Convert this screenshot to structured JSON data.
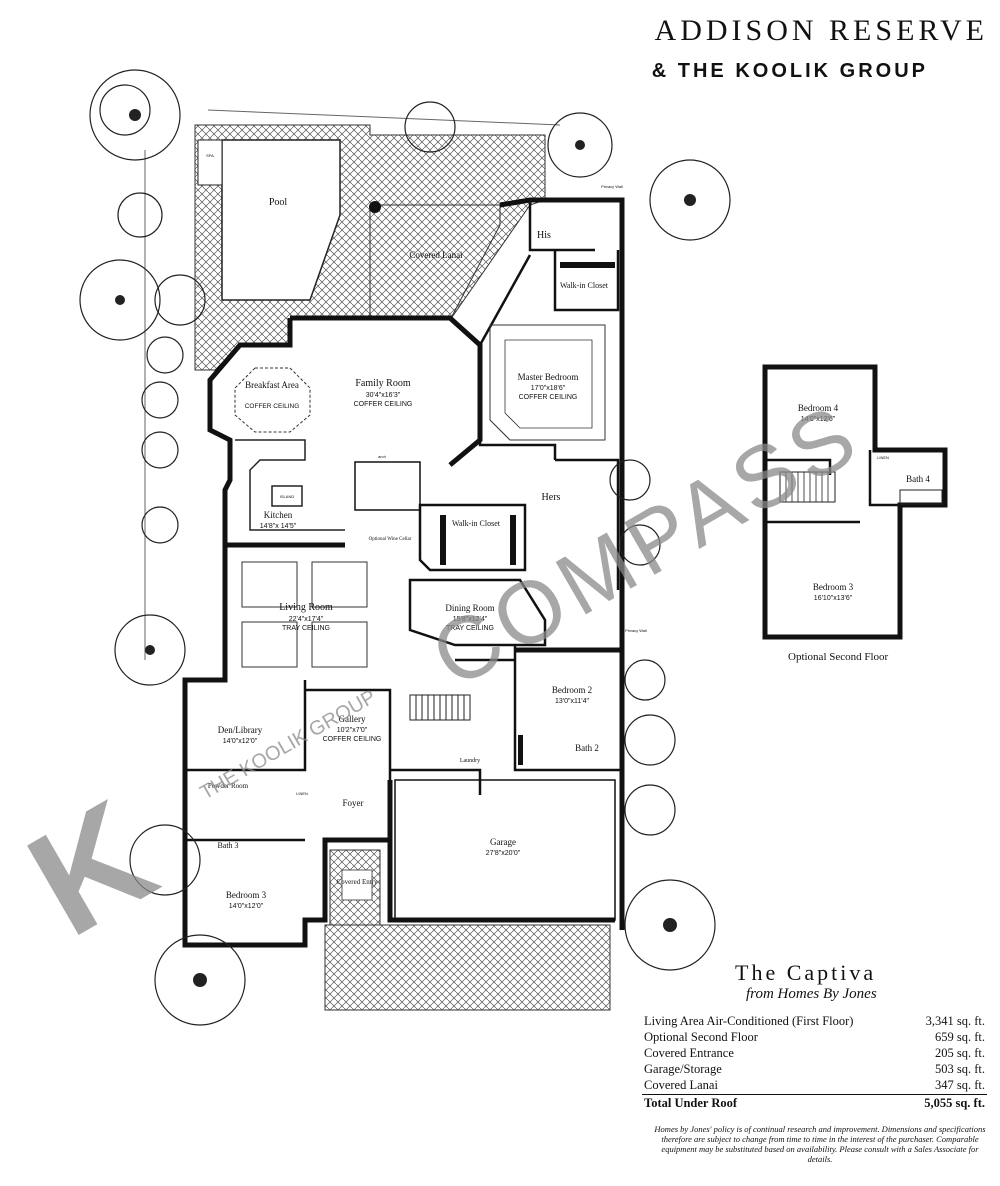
{
  "branding": {
    "community": "ADDISON RESERVE",
    "group": "& THE KOOLIK GROUP",
    "watermark_compass": "COMPASS",
    "watermark_koolik": "THE KOOLIK GROUP",
    "watermark_k": "K"
  },
  "plan": {
    "model_name": "The Captiva",
    "builder": "from Homes By Jones"
  },
  "rooms": {
    "pool": "Pool",
    "spa": "SPA",
    "lanai": "Covered Lanai",
    "family": "Family Room",
    "family_dim": "30'4\"x16'3\"",
    "family_ceiling": "COFFER CEILING",
    "breakfast": "Breakfast Area",
    "breakfast_ceiling": "COFFER CEILING",
    "kitchen": "Kitchen",
    "kitchen_dim": "14'8\"x 14'5\"",
    "island": "ISLAND",
    "master": "Master Bedroom",
    "master_dim": "17'0\"x18'6\"",
    "master_ceiling": "COFFER CEILING",
    "his": "His",
    "hers": "Hers",
    "walkin": "Walk-in Closet",
    "walkin2": "Walk-in Closet",
    "living": "Living Room",
    "living_dim": "22'4\"x17'4\"",
    "living_ceiling": "TRAY CEILING",
    "dining": "Dining Room",
    "dining_dim": "15'8\"x12'4\"",
    "dining_ceiling": "TRAY CEILING",
    "wine": "Optional Wine Cellar",
    "bedroom2": "Bedroom 2",
    "bedroom2_dim": "13'0\"x11'4\"",
    "bath2": "Bath 2",
    "den": "Den/Library",
    "den_dim": "14'0\"x12'0\"",
    "gallery": "Gallery",
    "gallery_dim": "10'2\"x7'0\"",
    "gallery_ceiling": "COFFER CEILING",
    "powder": "Powder Room",
    "bath3": "Bath 3",
    "bedroom3": "Bedroom 3",
    "bedroom3_dim": "14'0\"x12'0\"",
    "foyer": "Foyer",
    "garage": "Garage",
    "garage_dim": "27'8\"x20'0\"",
    "entry": "Covered Entry",
    "laundry": "Laundry",
    "privacy": "Privacy Wall",
    "privacy2": "Privacy Wall",
    "arch": "arch",
    "linen": "LINEN"
  },
  "second_floor": {
    "caption": "Optional Second Floor",
    "bedroom4": "Bedroom 4",
    "bedroom4_dim": "14'0\"x12'6\"",
    "bath4": "Bath 4",
    "bedroom3": "Bedroom 3",
    "bedroom3_dim": "16'10\"x13'6\"",
    "linen": "LINEN"
  },
  "areas": [
    {
      "label": "Living Area Air-Conditioned (First Floor)",
      "value": "3,341 sq. ft."
    },
    {
      "label": "Optional Second Floor",
      "value": "659 sq. ft."
    },
    {
      "label": "Covered Entrance",
      "value": "205 sq. ft."
    },
    {
      "label": "Garage/Storage",
      "value": "503 sq. ft."
    },
    {
      "label": "Covered Lanai",
      "value": "347 sq. ft."
    }
  ],
  "total": {
    "label": "Total Under Roof",
    "value": "5,055 sq. ft."
  },
  "disclaimer": "Homes by Jones' policy is of continual research and improvement. Dimensions and specifications therefore are subject to change from time to time in the interest of the purchaser. Comparable equipment may be substituted based on availability. Please consult with a Sales Associate for details.",
  "colors": {
    "wall": "#111111",
    "watermark": "#8a8a8a",
    "tree": "#222222"
  }
}
